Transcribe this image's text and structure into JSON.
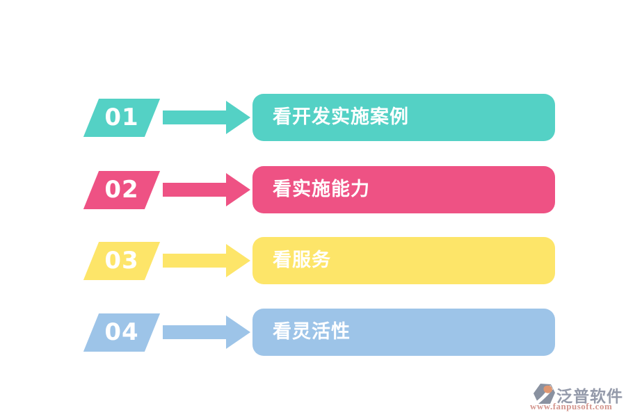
{
  "theme": {
    "background": "#ffffff",
    "text_on_shapes": "#ffffff"
  },
  "steps": [
    {
      "number": "01",
      "label": "看开发实施案例",
      "color": "#54d1c5"
    },
    {
      "number": "02",
      "label": "看实施能力",
      "color": "#ee5284"
    },
    {
      "number": "03",
      "label": "看服务",
      "color": "#fde569"
    },
    {
      "number": "04",
      "label": "看灵活性",
      "color": "#9dc4e8"
    }
  ],
  "watermark": {
    "icon": "fanpu-hexagon-logo",
    "brand": "泛普软件",
    "url": "www.fanpusoft.com",
    "brand_color": "#8b92a3",
    "url_color": "#d08d84",
    "icon_gray": "#7f8898",
    "icon_orange": "#dd8f66"
  }
}
